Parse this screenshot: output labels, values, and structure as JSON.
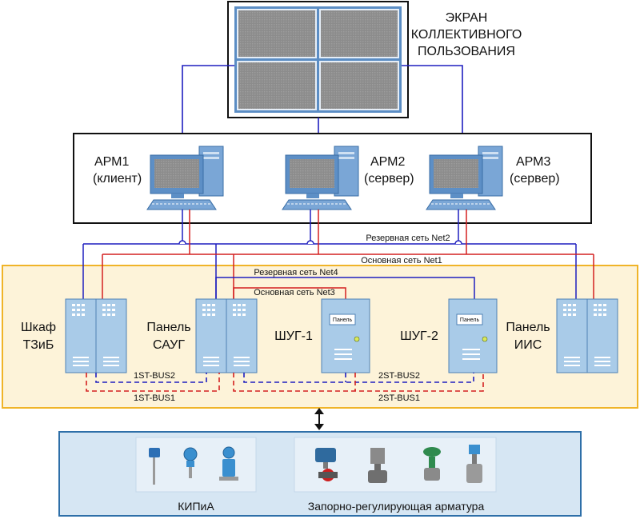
{
  "screen": {
    "title_lines": [
      "ЭКРАН",
      "КОЛЛЕКТИВНОГО",
      "ПОЛЬЗОВАНИЯ"
    ]
  },
  "workstations": [
    {
      "name": "АРМ1",
      "role": "(клиент)"
    },
    {
      "name": "АРМ2",
      "role": "(сервер)"
    },
    {
      "name": "АРМ3",
      "role": "(сервер)"
    }
  ],
  "networks": {
    "net2": "Резервная сеть Net2",
    "net1": "Основная сеть Net1",
    "net4": "Резервная сеть Net4",
    "net3": "Основная сеть Net3"
  },
  "buses": {
    "bus_1st_2": "1ST-BUS2",
    "bus_1st_1": "1ST-BUS1",
    "bus_2st_2": "2ST-BUS2",
    "bus_2st_1": "2ST-BUS1"
  },
  "cabinets": [
    {
      "line1": "Шкаф",
      "line2": "ТЗиБ"
    },
    {
      "line1": "Панель",
      "line2": "САУГ"
    },
    {
      "line1": "ШУГ-1",
      "line2": ""
    },
    {
      "line1": "ШУГ-2",
      "line2": ""
    },
    {
      "line1": "Панель",
      "line2": "ИИС"
    }
  ],
  "panel_badge": "Панель",
  "field": {
    "kipia_label": "КИПиА",
    "valves_label": "Запорно-регулирующая арматура"
  },
  "colors": {
    "reserve_network": "#1f1fbf",
    "main_network": "#d42020",
    "cabinet_blue": "#a9cbe8",
    "screen_fill": "#8a8a8a",
    "zone_border": "#f0b428",
    "zone_fill": "#fdf3d9",
    "field_fill": "#d6e6f3",
    "field_border": "#2e6fa8"
  }
}
